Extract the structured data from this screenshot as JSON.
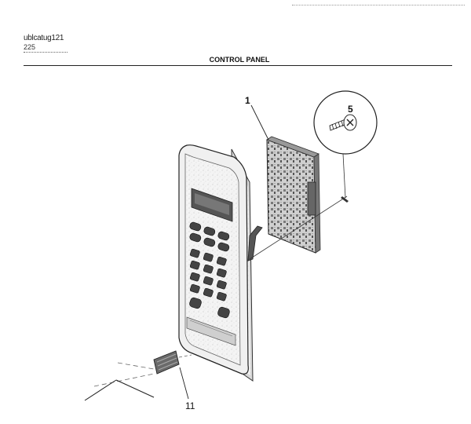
{
  "header": {
    "code": "ublcatug121",
    "code_sub": "225"
  },
  "title": "CONTROL PANEL",
  "callouts": {
    "panel_board": "1",
    "screw": "5",
    "bottom": "11"
  }
}
